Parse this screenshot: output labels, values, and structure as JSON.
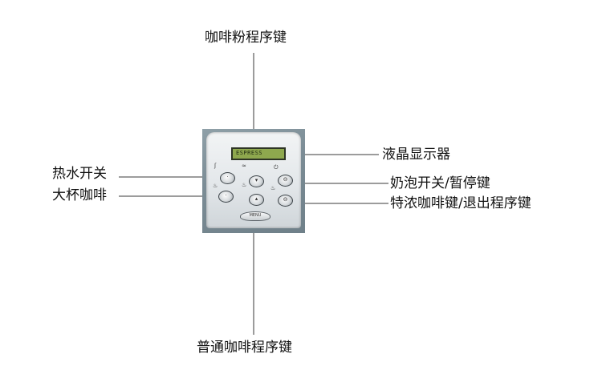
{
  "labels": {
    "ground_coffee_program_key": "咖啡粉程序键",
    "lcd_display": "液晶显示器",
    "hot_water_switch": "热水开关",
    "milk_foam_switch_pause_key": "奶泡开关/暂停键",
    "large_cup_coffee": "大杯咖啡",
    "strong_coffee_exit_program_key": "特浓咖啡键/退出程序键",
    "regular_coffee_program_key": "普通咖啡程序键"
  },
  "panel": {
    "lcd_text": "ESPRESS",
    "menu_text": "MENU"
  },
  "colors": {
    "line": "#3a3a3a",
    "lcd": "#8ea84e"
  }
}
